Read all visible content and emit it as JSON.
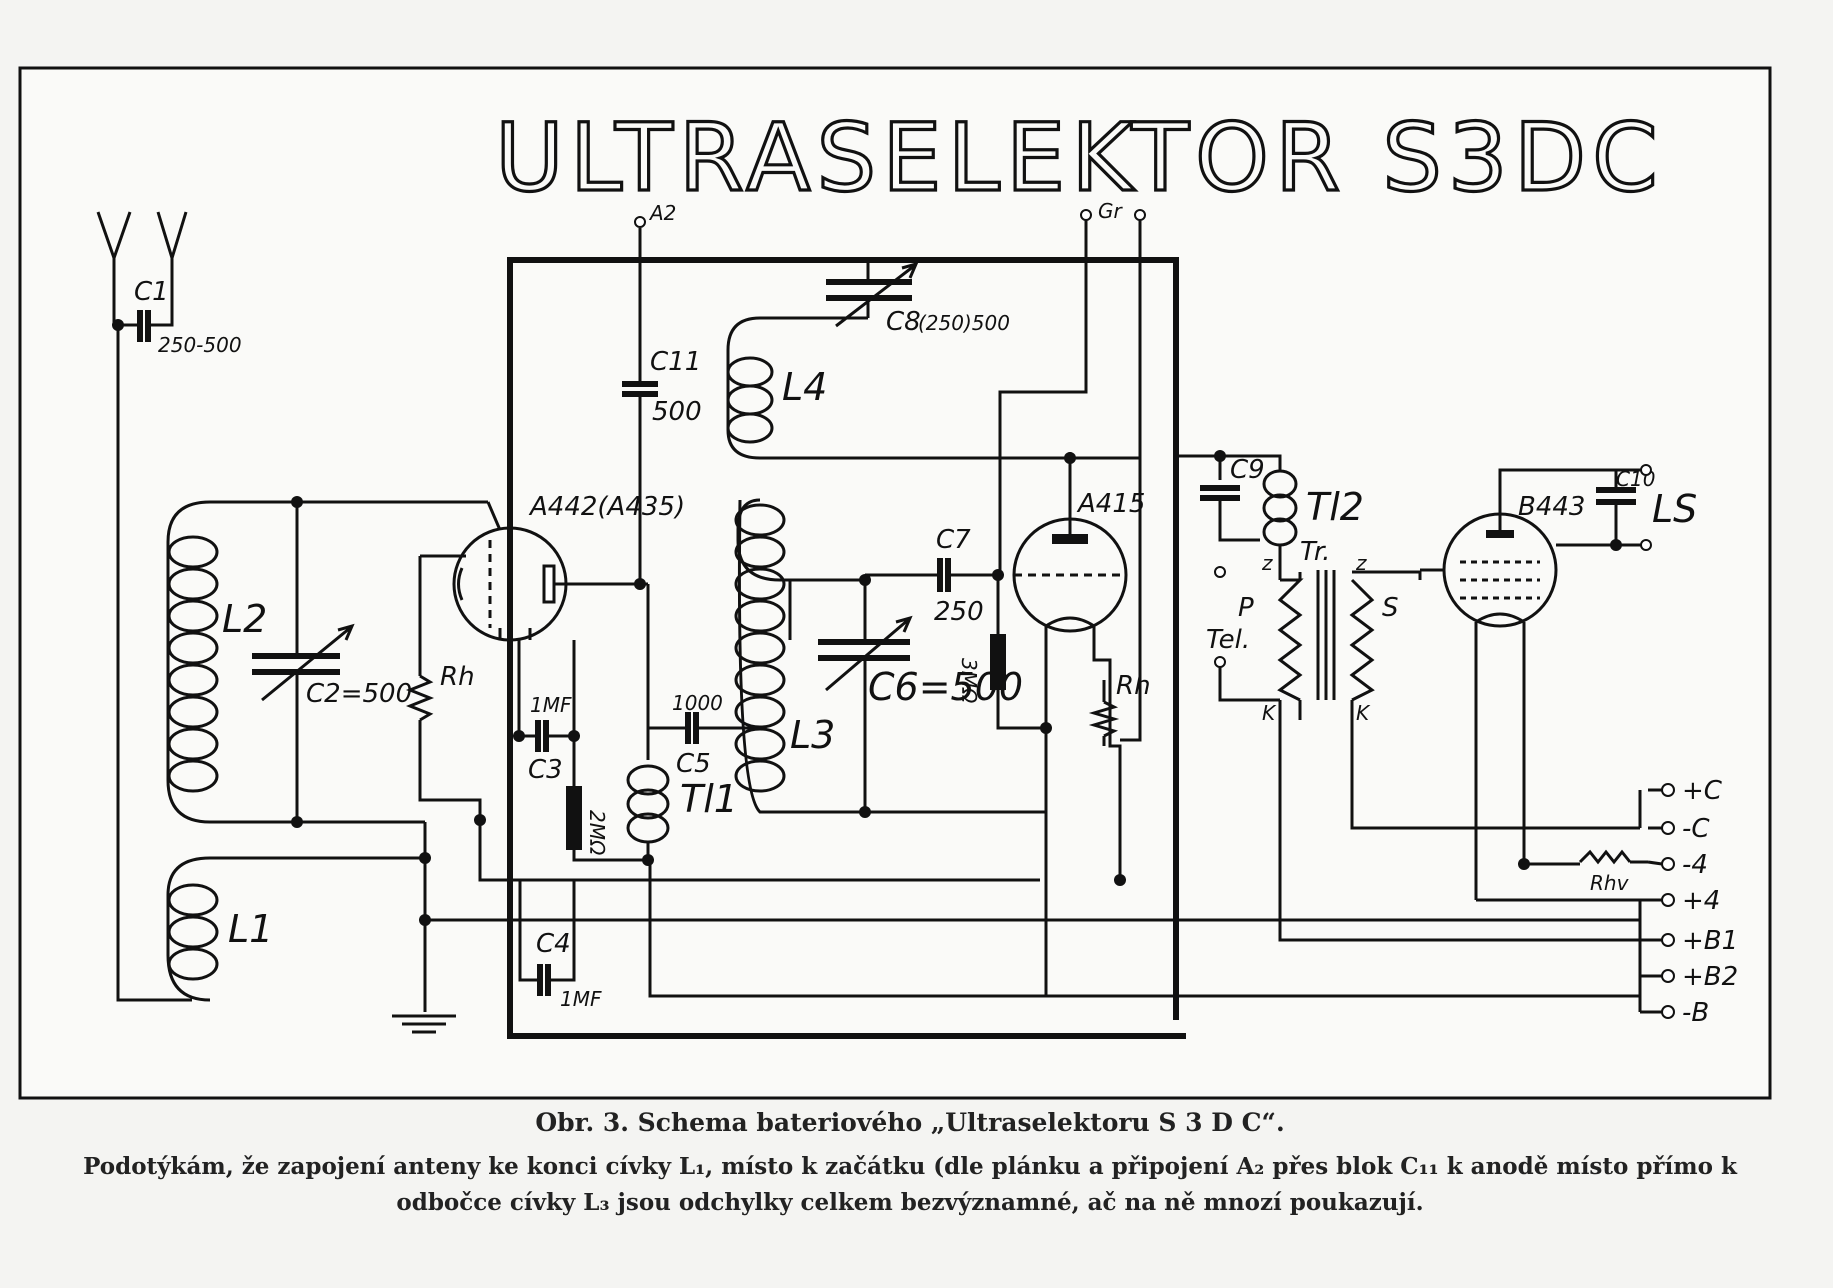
{
  "title": "ULTRASELEKTOR S3DC",
  "components": {
    "c1": "C1",
    "c1_value": "250-500",
    "c2": "C2=500",
    "c3": "C3",
    "c3_value": "1MF",
    "c4": "C4",
    "c4_value": "1MF",
    "c5": "C5",
    "c5_value": "1000",
    "c6": "C6=500",
    "c7": "C7",
    "c7_value": "250",
    "c8": "C8",
    "c8_value": "(250)500",
    "c9": "C9",
    "c10": "C10",
    "c11": "C11",
    "c11_value": "500",
    "l1": "L1",
    "l2": "L2",
    "l3": "L3",
    "l4": "L4",
    "tl1": "Tl1",
    "tl2": "Tl2",
    "tr": "Tr.",
    "p": "P",
    "s": "S",
    "z1": "z",
    "z2": "z",
    "k1": "K",
    "k2": "K",
    "tel": "Tel.",
    "rh1": "Rh",
    "rh2": "Rh",
    "rhv": "Rhv",
    "r_2mo": "2MΩ",
    "r_3mo": "3MΩ",
    "tube1": "A442(A435)",
    "tube2": "A415",
    "tube3": "B443",
    "ls": "LS",
    "a2": "A2",
    "gr": "Gr"
  },
  "terminals": [
    "+C",
    "-C",
    "-4",
    "+4",
    "+B1",
    "+B2",
    "-B"
  ],
  "caption": {
    "line1": "Obr. 3. Schema bateriového „Ultraselektoru S 3 D C“.",
    "line2": "Podotýkám, že zapojení anteny ke konci cívky L₁, místo k začátku (dle plánku a připojení A₂ přes blok C₁₁ k anodě místo přímo k odbočce cívky L₃ jsou odchylky celkem bezvýznamné, ač na ně mnozí poukazují."
  }
}
